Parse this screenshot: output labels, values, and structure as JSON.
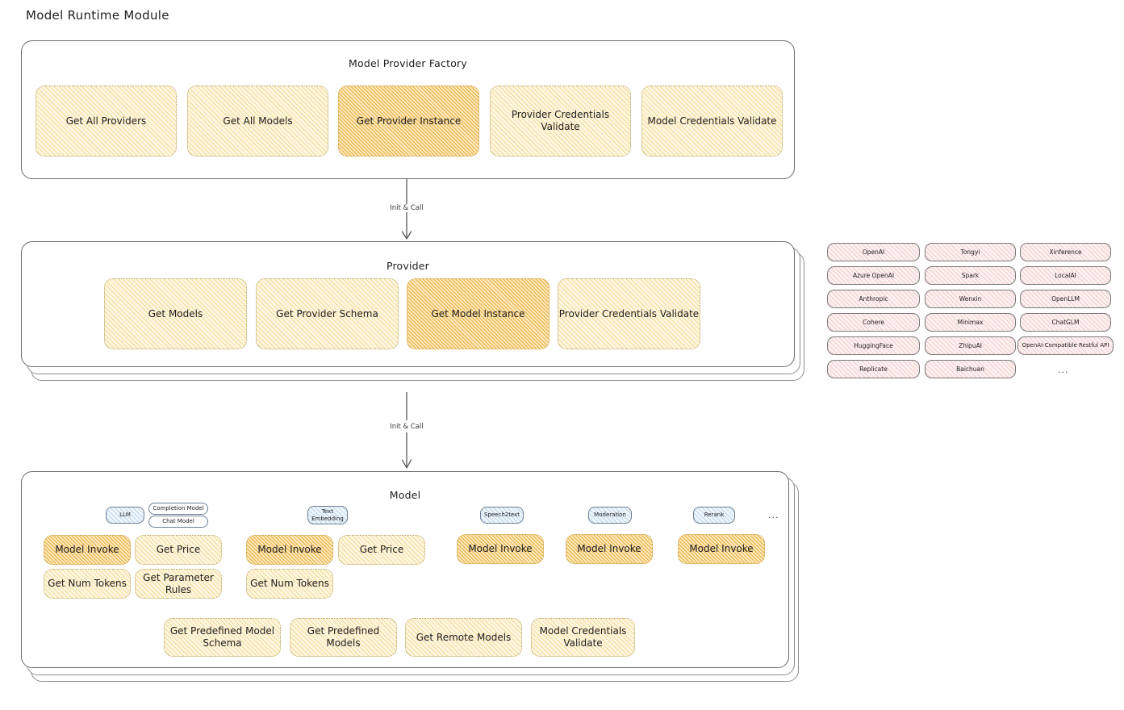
{
  "diagram": {
    "title": "Model Runtime Module",
    "arrows": [
      {
        "label": "Init & Call"
      },
      {
        "label": "Init & Call"
      }
    ],
    "ellipsis": "..."
  },
  "factory": {
    "title": "Model Provider Factory",
    "cards": [
      {
        "label": "Get All Providers",
        "highlight": false
      },
      {
        "label": "Get All Models",
        "highlight": false
      },
      {
        "label": "Get Provider Instance",
        "highlight": true
      },
      {
        "label": "Provider Credentials Validate",
        "highlight": false
      },
      {
        "label": "Model Credentials Validate",
        "highlight": false
      }
    ]
  },
  "provider": {
    "title": "Provider",
    "cards": [
      {
        "label": "Get Models",
        "highlight": false
      },
      {
        "label": "Get Provider Schema",
        "highlight": false
      },
      {
        "label": "Get Model Instance",
        "highlight": true
      },
      {
        "label": "Provider Credentials Validate",
        "highlight": false
      }
    ]
  },
  "provider_list": {
    "columns": [
      {
        "items": [
          "OpenAI",
          "Azure OpenAI",
          "Anthropic",
          "Cohere",
          "HuggingFace",
          "Replicate"
        ]
      },
      {
        "items": [
          "Tongyi",
          "Spark",
          "Wenxin",
          "Minimax",
          "ZhipuAI",
          "Baichuan"
        ]
      },
      {
        "items": [
          "Xinference",
          "LocalAI",
          "OpenLLM",
          "ChatGLM",
          "OpenAI-Compatible Restful API"
        ]
      }
    ],
    "more": "..."
  },
  "model": {
    "title": "Model",
    "more": "...",
    "types": [
      {
        "name": "LLM",
        "subtypes": [
          "Completion Model",
          "Chat Model"
        ],
        "ops_row1": [
          {
            "label": "Model Invoke",
            "highlight": true
          },
          {
            "label": "Get Price",
            "highlight": false
          }
        ],
        "ops_row2": [
          {
            "label": "Get Num Tokens",
            "highlight": false
          },
          {
            "label": "Get Parameter Rules",
            "highlight": false
          }
        ]
      },
      {
        "name": "Text Embedding",
        "subtypes": [],
        "ops_row1": [
          {
            "label": "Model Invoke",
            "highlight": true
          },
          {
            "label": "Get Price",
            "highlight": false
          }
        ],
        "ops_row2": [
          {
            "label": "Get Num Tokens",
            "highlight": false
          }
        ]
      },
      {
        "name": "Speech2text",
        "subtypes": [],
        "ops_row1": [
          {
            "label": "Model Invoke",
            "highlight": true
          }
        ],
        "ops_row2": []
      },
      {
        "name": "Moderation",
        "subtypes": [],
        "ops_row1": [
          {
            "label": "Model Invoke",
            "highlight": true
          }
        ],
        "ops_row2": []
      },
      {
        "name": "Rerank",
        "subtypes": [],
        "ops_row1": [
          {
            "label": "Model Invoke",
            "highlight": true
          }
        ],
        "ops_row2": []
      }
    ],
    "common_ops": [
      "Get Predefined Model Schema",
      "Get Predefined Models",
      "Get Remote Models",
      "Model Credentials Validate"
    ]
  },
  "colors": {
    "card_yellow": "#fdf6e0",
    "card_orange": "#fbe9c4",
    "chip_pink": "#fdf0f0",
    "chip_blue": "#eef5fb",
    "stroke": "#6b6b6b",
    "text": "#1e1e1e"
  }
}
